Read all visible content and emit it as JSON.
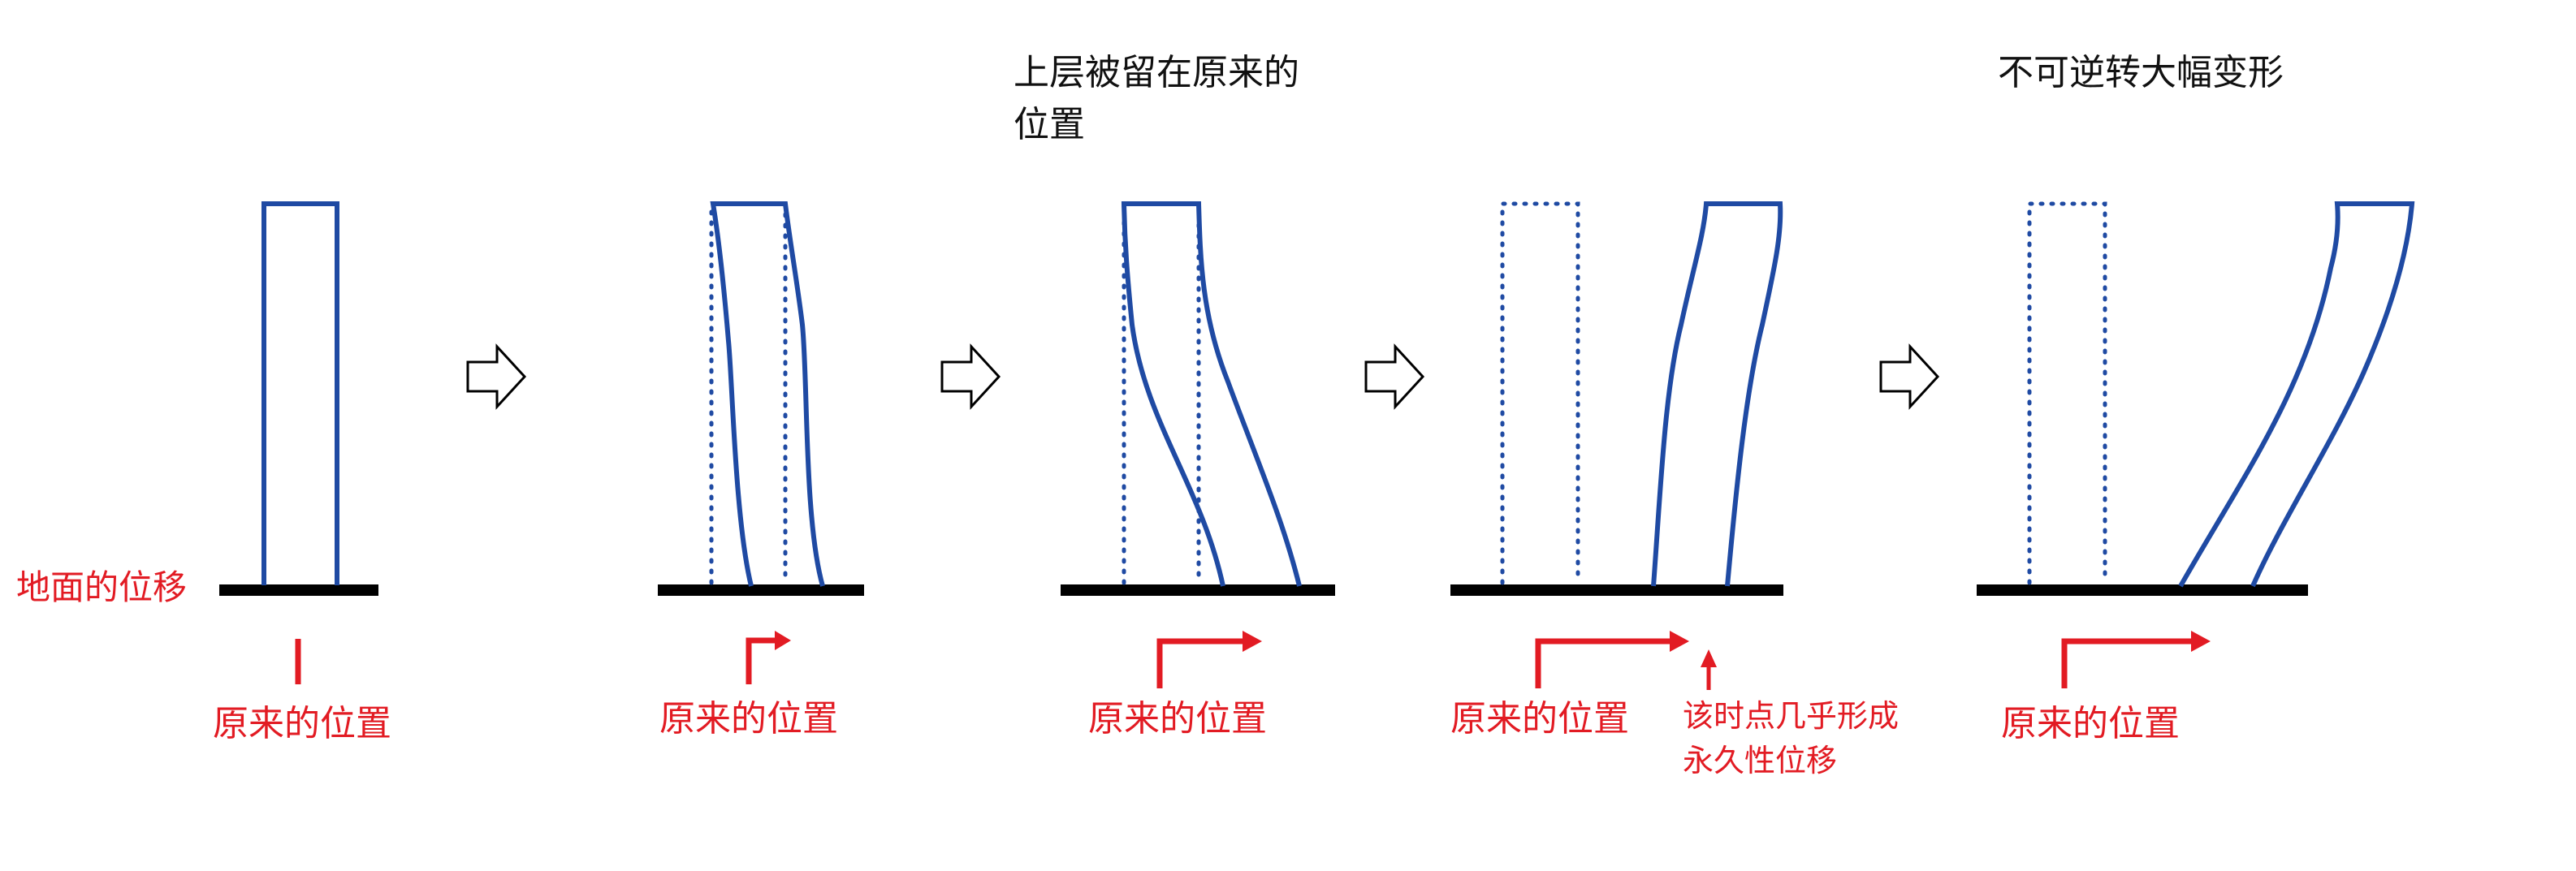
{
  "labels": {
    "ground_displacement": "地面的位移",
    "original_position": "原来的位置",
    "top_note_line1": "上层被留在原来的",
    "top_note_line2": "位置",
    "irreversible": "不可逆转大幅变形",
    "permanent_line1": "该时点几乎形成",
    "permanent_line2": "永久性位移"
  },
  "colors": {
    "column": "#1f4aa3",
    "annotation": "#e21b23",
    "ground": "#000000"
  }
}
